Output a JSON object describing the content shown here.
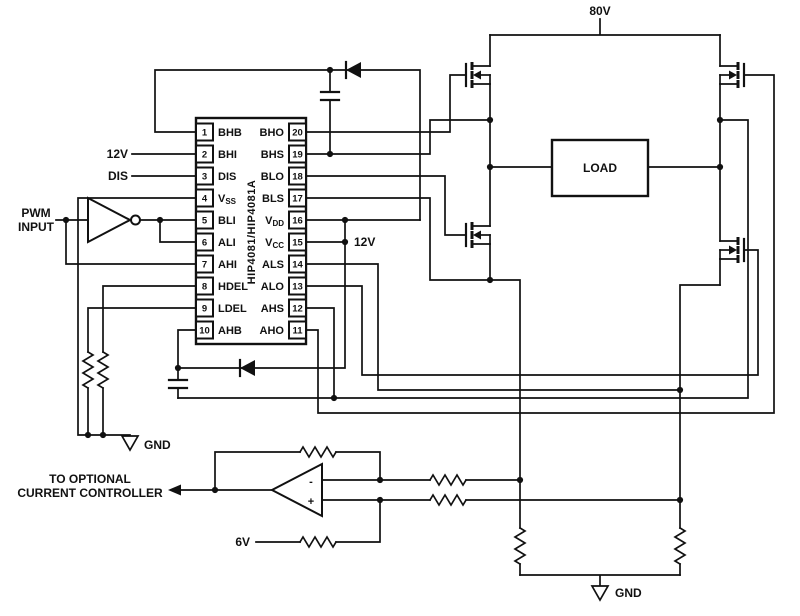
{
  "ic": {
    "name": "HIP4081/HIP4081A",
    "left_pins": [
      {
        "num": "1",
        "label": "BHB",
        "sub": ""
      },
      {
        "num": "2",
        "label": "BHI",
        "sub": ""
      },
      {
        "num": "3",
        "label": "DIS",
        "sub": ""
      },
      {
        "num": "4",
        "label": "V",
        "sub": "SS"
      },
      {
        "num": "5",
        "label": "BLI",
        "sub": ""
      },
      {
        "num": "6",
        "label": "ALI",
        "sub": ""
      },
      {
        "num": "7",
        "label": "AHI",
        "sub": ""
      },
      {
        "num": "8",
        "label": "HDEL",
        "sub": ""
      },
      {
        "num": "9",
        "label": "LDEL",
        "sub": ""
      },
      {
        "num": "10",
        "label": "AHB",
        "sub": ""
      }
    ],
    "right_pins": [
      {
        "num": "20",
        "label": "BHO",
        "sub": ""
      },
      {
        "num": "19",
        "label": "BHS",
        "sub": ""
      },
      {
        "num": "18",
        "label": "BLO",
        "sub": ""
      },
      {
        "num": "17",
        "label": "BLS",
        "sub": ""
      },
      {
        "num": "16",
        "label": "V",
        "sub": "DD"
      },
      {
        "num": "15",
        "label": "V",
        "sub": "CC"
      },
      {
        "num": "14",
        "label": "ALS",
        "sub": ""
      },
      {
        "num": "13",
        "label": "ALO",
        "sub": ""
      },
      {
        "num": "12",
        "label": "AHS",
        "sub": ""
      },
      {
        "num": "11",
        "label": "AHO",
        "sub": ""
      }
    ]
  },
  "labels": {
    "v80": "80V",
    "v12_left": "12V",
    "dis": "DIS",
    "pwm1": "PWM",
    "pwm2": "INPUT",
    "v12_right": "12V",
    "gnd_left": "GND",
    "gnd_bottom": "GND",
    "load": "LOAD",
    "ctrl1": "TO OPTIONAL",
    "ctrl2": "CURRENT CONTROLLER",
    "v6": "6V",
    "opamp_minus": "-",
    "opamp_plus": "+"
  }
}
